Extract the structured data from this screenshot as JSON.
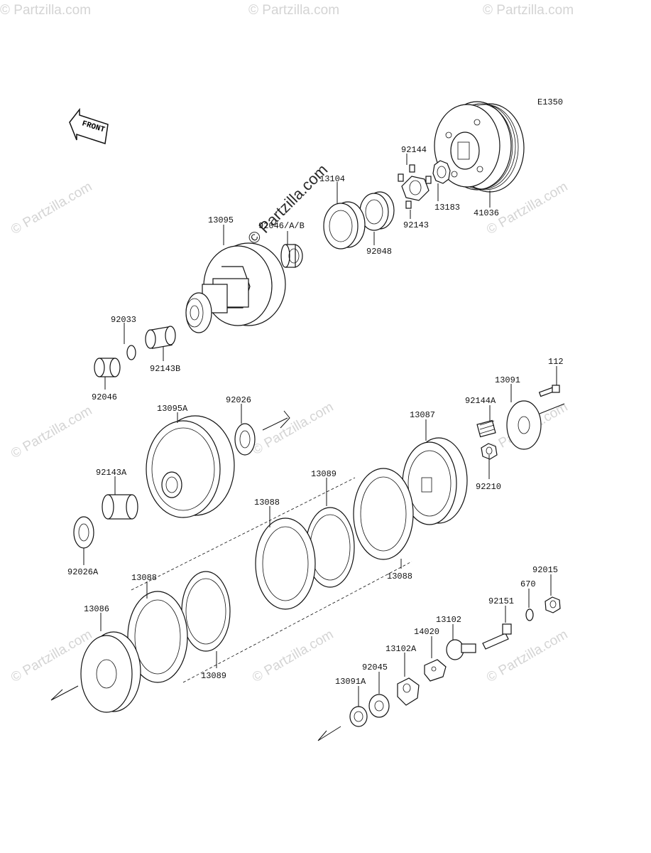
{
  "diagram_code": "E1350",
  "front_label": "FRONT",
  "watermark": "© Partzilla.com",
  "parts": {
    "p41036": "41036",
    "p13183": "13183",
    "p92144": "92144",
    "p92143": "92143",
    "p92048": "92048",
    "p13104": "13104",
    "p92046AB": "92046/A/B",
    "p13095": "13095",
    "p92033": "92033",
    "p92143B": "92143B",
    "p92046": "92046",
    "p13095A": "13095A",
    "p92026": "92026",
    "p92143A": "92143A",
    "p92026A": "92026A",
    "p13087": "13087",
    "p13091": "13091",
    "p112": "112",
    "p92144A": "92144A",
    "p92210": "92210",
    "p13089_top": "13089",
    "p13088_mid": "13088",
    "p13088_right": "13088",
    "p13088_left": "13088",
    "p13086": "13086",
    "p13089_bottom": "13089",
    "p92015": "92015",
    "p670": "670",
    "p92151": "92151",
    "p13102": "13102",
    "p14020": "14020",
    "p13102A": "13102A",
    "p92045": "92045",
    "p13091A": "13091A"
  }
}
